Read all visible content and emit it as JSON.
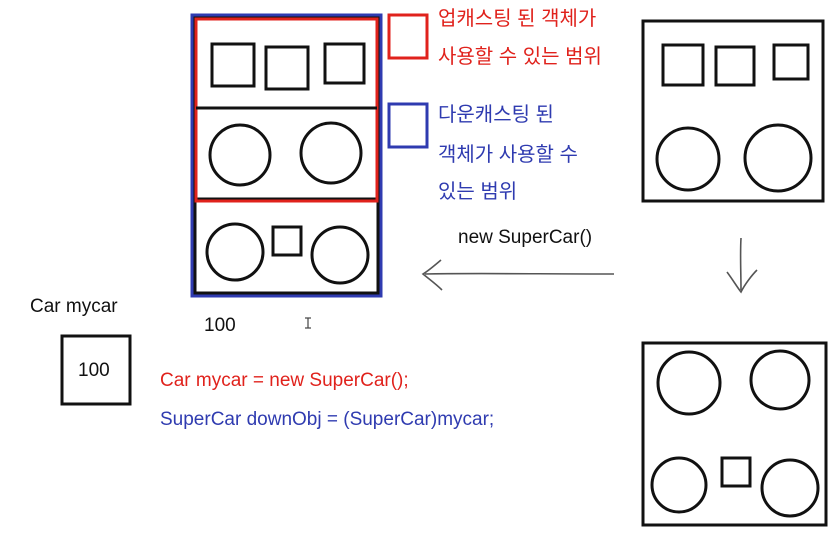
{
  "legend": {
    "upcast_label_line1": "업캐스팅 된 객체가",
    "upcast_label_line2": "사용할 수 있는 범위",
    "downcast_label_line1": "다운캐스팅 된",
    "downcast_label_line2": "객체가 사용할 수",
    "downcast_label_line3": "있는 범위"
  },
  "diagram": {
    "constructor_label": "new SuperCar()",
    "address_label": "100",
    "variable_label": "Car mycar",
    "variable_value": "100"
  },
  "code": {
    "upcast_line": "Car mycar = new SuperCar();",
    "downcast_line": "SuperCar downObj = (SuperCar)mycar;"
  },
  "colors": {
    "upcast": "#e0221c",
    "downcast": "#2f3bb0",
    "ink": "#111111",
    "arrow": "#555555"
  }
}
